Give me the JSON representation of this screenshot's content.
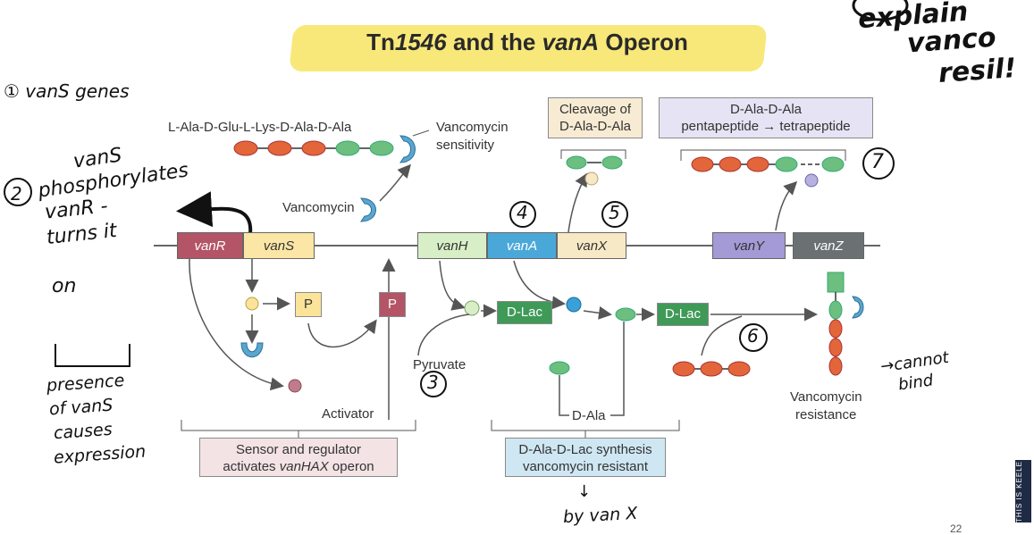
{
  "slide": {
    "title_prefix": "Tn",
    "title_num": "1546",
    "title_mid": " and the ",
    "title_gene": "vanA",
    "title_suffix": " Operon",
    "page_number": "22",
    "brand_text": "THIS IS KEELE"
  },
  "genes": {
    "vanR": "vanR",
    "vanS": "vanS",
    "vanH": "vanH",
    "vanA": "vanA",
    "vanX": "vanX",
    "vanY": "vanY",
    "vanZ": "vanZ"
  },
  "labels": {
    "peptide": "L-Ala-D-Glu-L-Lys-D-Ala-D-Ala",
    "vanco_sens_1": "Vancomycin",
    "vanco_sens_2": "sensitivity",
    "vancomycin": "Vancomycin",
    "pyruvate": "Pyruvate",
    "activator": "Activator",
    "dala": "D-Ala",
    "dlac1": "D-Lac",
    "dlac2": "D-Lac",
    "p1": "P",
    "p2": "P",
    "vanco_res_1": "Vancomycin",
    "vanco_res_2": "resistance"
  },
  "boxes": {
    "cleavage_1": "Cleavage of",
    "cleavage_2": "D-Ala-D-Ala",
    "penta_1": "D-Ala-D-Ala",
    "penta_2": "pentapeptide → tetrapeptide",
    "sensor_1": "Sensor and regulator",
    "sensor_2a": "activates ",
    "sensor_2b": "vanHAX",
    "sensor_2c": " operon",
    "synth_1": "D-Ala-D-Lac synthesis",
    "synth_2": "vancomycin resistant"
  },
  "handwriting": {
    "corner_1": "explain",
    "corner_2": "vanco",
    "corner_3": "resil!",
    "n1": "① vanS genes",
    "n2a": "vanS",
    "n2b": "phosphorylates",
    "n2c": "vanR -",
    "n2d": "turns it",
    "n2e": "on",
    "n2num": "2",
    "presence_1": "presence",
    "presence_2": "of vanS",
    "presence_3": "causes",
    "presence_4": "expression",
    "n3": "3",
    "n4": "4",
    "n5": "5",
    "n6": "6",
    "n7": "7",
    "cannot_1": "→cannot",
    "cannot_2": "bind",
    "byvanx_1": "↓",
    "byvanx_2": "by van X"
  },
  "colors": {
    "highlight": "#f7e56a",
    "orange_bead": "#e2663a",
    "green_bead": "#6cbf7e",
    "vancomycin": "#5aa6cf",
    "vanR": "#b35566",
    "vanS": "#fbe6a6",
    "vanH": "#d7eec6",
    "vanA": "#4aa8d8",
    "vanX": "#f7e8c6",
    "vanY": "#a39ad6",
    "vanZ": "#6b7172",
    "dlac": "#3f9a58"
  }
}
